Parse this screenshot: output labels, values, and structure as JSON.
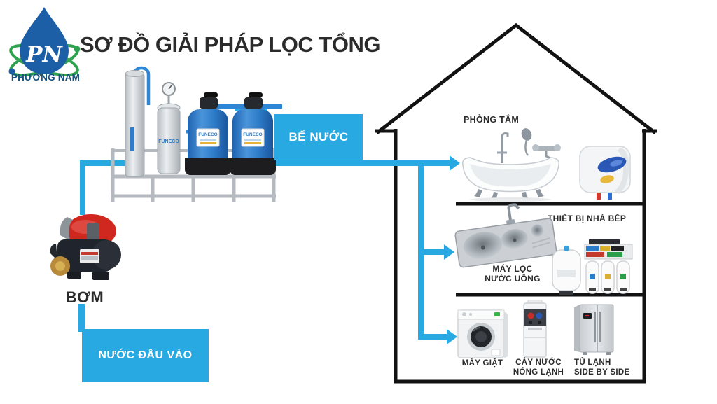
{
  "logo": {
    "initials": "PN",
    "company": "PHƯƠNG NAM"
  },
  "title": "SƠ ĐỒ GIẢI PHÁP LỌC TỔNG",
  "filter_system": {
    "brand": "FUNECO"
  },
  "nodes": {
    "water_tank": "BỂ NƯỚC",
    "pump": "BƠM",
    "input_water": "NƯỚC ĐẦU VÀO"
  },
  "house": {
    "bathroom": {
      "label": "PHÒNG TẮM"
    },
    "kitchen": {
      "label": "THIẾT BỊ NHÀ BẾP",
      "purifier_line1": "MÁY LỌC",
      "purifier_line2": "NƯỚC UỐNG"
    },
    "utility": {
      "washer": "MÁY GIẶT",
      "dispenser_line1": "CÂY NƯỚC",
      "dispenser_line2": "NÓNG LẠNH",
      "fridge_line1": "TỦ LẠNH",
      "fridge_line2": "SIDE BY SIDE"
    }
  },
  "colors": {
    "pipe": "#29a9e1",
    "house_outline": "#121212",
    "title_text": "#2b2b2b",
    "label_text": "#2b2b2b",
    "logo_drop": "#1d5fa6",
    "logo_orbit": "#2fa24f",
    "logo_company": "#175380",
    "tank_blue": "#2e7bc8",
    "pump_red": "#d0281e"
  }
}
